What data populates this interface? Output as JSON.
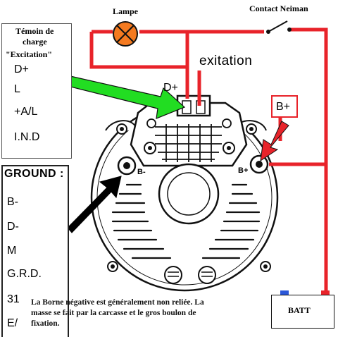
{
  "labels": {
    "lamp": "Lampe",
    "contact_neiman": "Contact Neiman",
    "excitation": "exitation",
    "d_plus": "D+",
    "b_plus": "B+",
    "b_minus_left": "B-",
    "b_plus_right": "B+",
    "battery": "BATT"
  },
  "charge_indicator": {
    "title_line1": "Témoin de",
    "title_line2": "charge",
    "title_line3": "\"Excitation\"",
    "items": [
      "D+",
      "L",
      "+A/L",
      "I.N.D"
    ]
  },
  "ground": {
    "title": "GROUND :",
    "items": [
      "B-",
      "D-",
      "M",
      "G.R.D.",
      "31",
      "E/"
    ]
  },
  "note": "La Borne négative est généralement non reliée. La masse se fait par la carcasse et le gros boulon de fixation.",
  "colors": {
    "wire": "#e8232a",
    "arrow_green": "#22dd22",
    "arrow_red": "#e8232a",
    "arrow_black": "#000000",
    "lamp_fill": "#f47a20"
  }
}
